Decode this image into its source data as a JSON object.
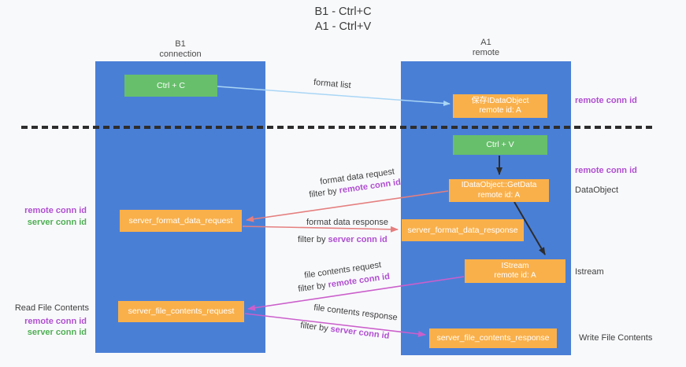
{
  "title": {
    "line1": "B1 - Ctrl+C",
    "line2": "A1 - Ctrl+V"
  },
  "columns": {
    "left": {
      "name": "B1",
      "role": "connection"
    },
    "right": {
      "name": "A1",
      "role": "remote"
    }
  },
  "nodes": {
    "ctrl_c": {
      "label": "Ctrl + C"
    },
    "ctrl_v": {
      "label": "Ctrl + V"
    },
    "saved_idataobject": {
      "line1": "保存IDataObject",
      "line2": "remote id: A"
    },
    "getdata": {
      "line1": "IDataObject::GetData",
      "line2": "remote id: A"
    },
    "istream": {
      "line1": "IStream",
      "line2": "remote id: A"
    },
    "format_request": {
      "label": "server_format_data_request"
    },
    "format_response": {
      "label": "server_format_data_response"
    },
    "file_request": {
      "label": "server_file_contents_request"
    },
    "file_response": {
      "label": "server_file_contents_response"
    }
  },
  "edge_labels": {
    "format_list": "format list",
    "format_data_request": "format data request",
    "format_data_response": "format data response",
    "file_contents_request": "file contents request",
    "file_contents_response": "file contents response",
    "filter_by": "filter by",
    "remote_conn_id": "remote conn id",
    "server_conn_id": "server conn id"
  },
  "side_labels": {
    "remote_conn_id_top_right": "remote conn id",
    "remote_conn_id_mid_right": "remote conn id",
    "dataobject": "DataObject",
    "istream": "Istream",
    "write_file_contents": "Write File Contents",
    "read_file_contents": "Read File Contents",
    "remote_conn_id_left": "remote conn id",
    "server_conn_id_left": "server conn id",
    "remote_conn_id_bottom_left": "remote conn id",
    "server_conn_id_bottom_left": "server conn id"
  },
  "colors": {
    "column_blue": "#4a7fd6",
    "box_orange": "#f9b04b",
    "box_green": "#67bf6b",
    "purple_text": "#b04fd1",
    "green_text": "#4fae54",
    "arrow_black": "#2d2d2d",
    "arrow_salmon": "#e57f7f",
    "arrow_magenta": "#cb5fcb",
    "arrow_lightblue": "#a9d6f5"
  }
}
